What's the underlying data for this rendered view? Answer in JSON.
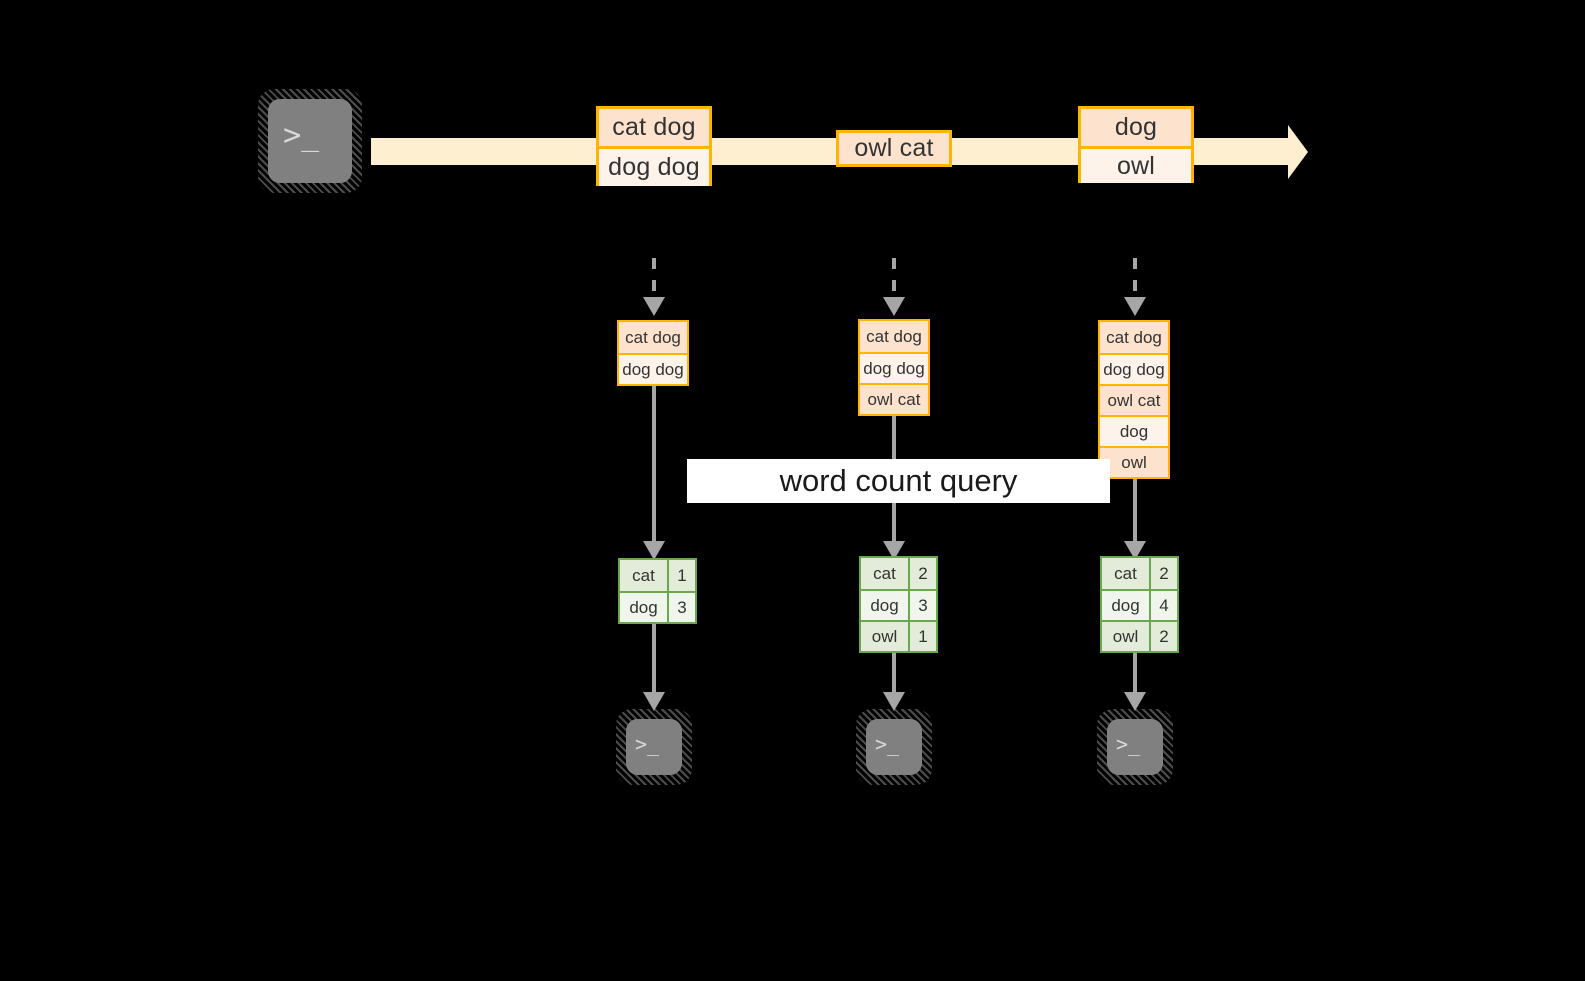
{
  "diagram": {
    "title": "word count streaming query diagram",
    "colors": {
      "background": "#000000",
      "stream_band": "#fdefd0",
      "event_border": "#ffb400",
      "event_fill_dark": "#fde3cd",
      "event_fill_light": "#fdf3ea",
      "result_border": "#6aa84f",
      "result_fill_dark": "#e2ecd8",
      "result_fill_light": "#f1f6ec",
      "connector": "#a6a6a6",
      "terminal_fill": "#808080",
      "label_background": "#ffffff",
      "text": "#333333"
    }
  },
  "source": {
    "icon": "terminal-icon",
    "prompt": ">_"
  },
  "stream": {
    "arrow_icon": "right-arrow-icon",
    "events": [
      {
        "name": "event-group-1",
        "lines": [
          "cat dog",
          "dog dog"
        ]
      },
      {
        "name": "event-group-2",
        "lines": [
          "owl cat"
        ]
      },
      {
        "name": "event-group-3",
        "lines": [
          "dog",
          "owl"
        ]
      }
    ]
  },
  "snapshots": [
    {
      "name": "snapshot-1",
      "rows": [
        "cat dog",
        "dog dog"
      ]
    },
    {
      "name": "snapshot-2",
      "rows": [
        "cat dog",
        "dog dog",
        "owl cat"
      ]
    },
    {
      "name": "snapshot-3",
      "rows": [
        "cat dog",
        "dog dog",
        "owl cat",
        "dog",
        "owl"
      ]
    }
  ],
  "query": {
    "label": "word count query"
  },
  "results": [
    {
      "name": "result-table-1",
      "rows": [
        {
          "word": "cat",
          "count": "1"
        },
        {
          "word": "dog",
          "count": "3"
        }
      ]
    },
    {
      "name": "result-table-2",
      "rows": [
        {
          "word": "cat",
          "count": "2"
        },
        {
          "word": "dog",
          "count": "3"
        },
        {
          "word": "owl",
          "count": "1"
        }
      ]
    },
    {
      "name": "result-table-3",
      "rows": [
        {
          "word": "cat",
          "count": "2"
        },
        {
          "word": "dog",
          "count": "4"
        },
        {
          "word": "owl",
          "count": "2"
        }
      ]
    }
  ],
  "sinks": [
    {
      "name": "sink-terminal-1",
      "prompt": ">_"
    },
    {
      "name": "sink-terminal-2",
      "prompt": ">_"
    },
    {
      "name": "sink-terminal-3",
      "prompt": ">_"
    }
  ]
}
